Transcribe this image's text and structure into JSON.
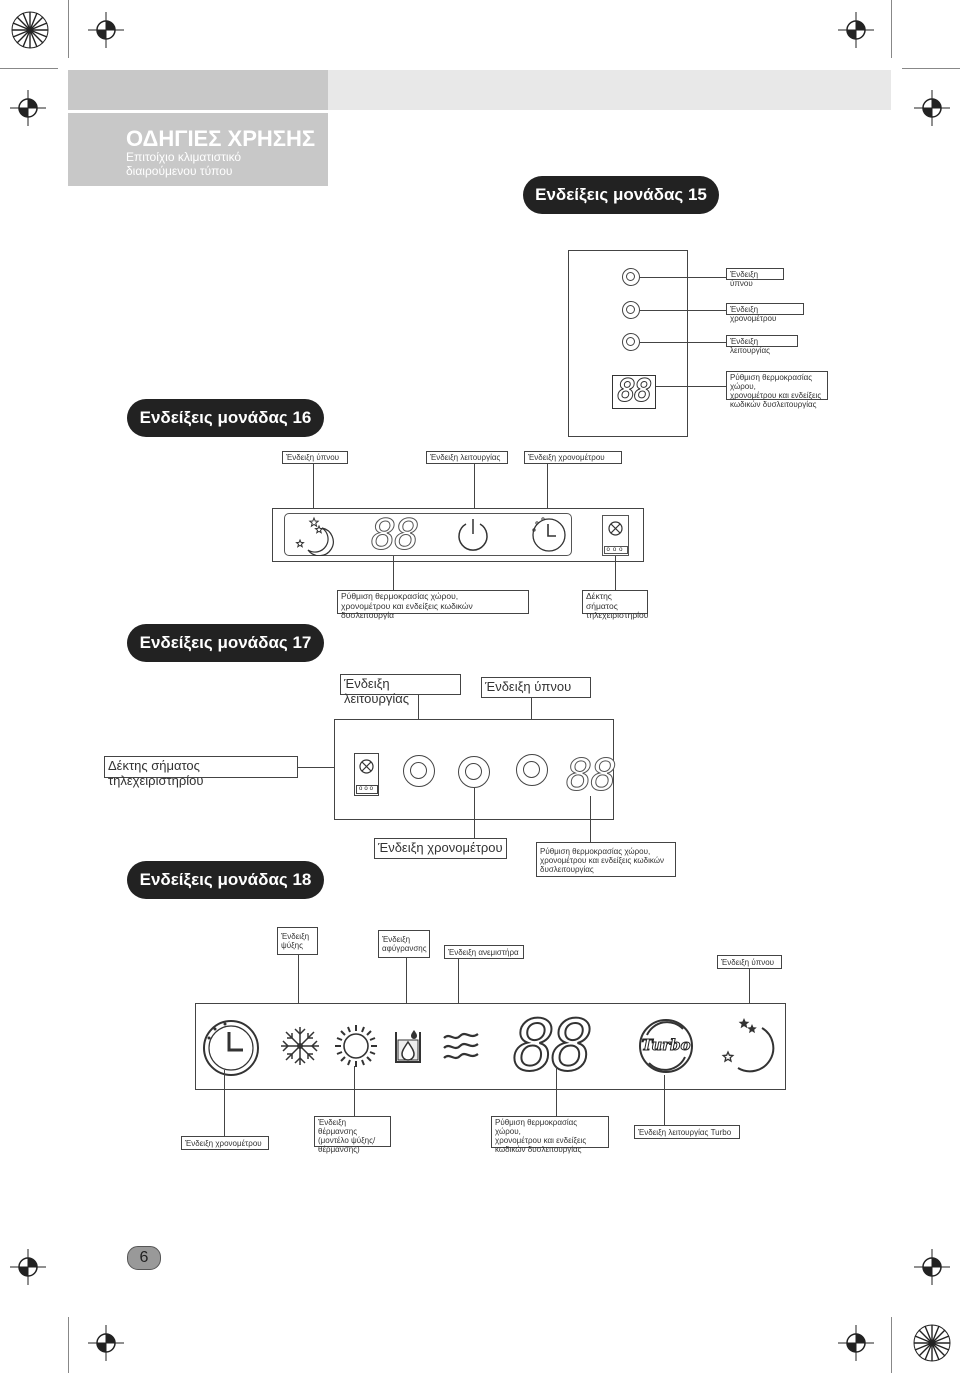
{
  "header": {
    "title": "ΟΔΗΓΙΕΣ ΧΡΗΣΗΣ",
    "subtitle_line1": "Επιτοίχιο κλιματιστικό",
    "subtitle_line2": "διαιρούμενου τύπου"
  },
  "units": {
    "u15": {
      "heading": "Ενδείξεις μονάδας 15",
      "display": "88",
      "labels": {
        "sleep": "Ένδειξη ύπνου",
        "timer": "Ένδειξη χρονομέτρου",
        "operation": "Ένδειξη λειτουργίας",
        "temp_line1": "Ρύθμιση θερμοκρασίας χώρου,",
        "temp_line2": "χρονομέτρου και ενδείξεις",
        "temp_line3": "κωδικών δυσλειτουργίας"
      }
    },
    "u16": {
      "heading": "Ενδείξεις μονάδας 16",
      "display": "88",
      "labels": {
        "sleep": "Ένδειξη ύπνου",
        "operation": "Ένδειξη λειτουργίας",
        "timer": "Ένδειξη χρονομέτρου",
        "temp_line1": "Ρύθμιση θερμοκρασίας χώρου,",
        "temp_line2": "χρονομέτρου και ενδείξεις κωδικών δυσλειτουργία",
        "receiver_line1": "Δέκτης σήματος",
        "receiver_line2": "τηλεχειριστηρίου"
      }
    },
    "u17": {
      "heading": "Ενδείξεις μονάδας 17",
      "display": "88",
      "labels": {
        "operation": "Ένδειξη λειτουργίας",
        "sleep": "Ένδειξη ύπνου",
        "receiver": "Δέκτης σήματος τηλεχειριστηρίου",
        "timer": "Ένδειξη χρονομέτρου",
        "temp_line1": "Ρύθμιση θερμοκρασίας χώρου,",
        "temp_line2": "χρονομέτρου και ενδείξεις κωδικών",
        "temp_line3": "δυσλειτουργίας"
      }
    },
    "u18": {
      "heading": "Ενδείξεις μονάδας 18",
      "display": "88",
      "turbo_text": "Turbo",
      "labels": {
        "cool_line1": "Ένδειξη",
        "cool_line2": "ψύξης",
        "dry_line1": "Ένδειξη",
        "dry_line2": "αφύγρανσης",
        "fan": "Ένδειξη ανεμιστήρα",
        "sleep": "Ένδειξη ύπνου",
        "timer": "Ένδειξη χρονομέτρου",
        "heat_line1": "Ένδειξη θέρμανσης",
        "heat_line2": "(μοντέλο ψύξης/",
        "heat_line3": "θέρμανσης)",
        "temp_line1": "Ρύθμιση θερμοκρασίας χώρου,",
        "temp_line2": "χρονομέτρου και ενδείξεις",
        "temp_line3": "κωδικών δυσλειτουργίας",
        "turbo": "Ένδειξη λειτουργίας Turbo"
      }
    }
  },
  "page_number": "6",
  "colors": {
    "header_bg": "#c8c8c8",
    "header_bar": "#e8e8e8",
    "pill_bg": "#222222",
    "line": "#444444"
  }
}
